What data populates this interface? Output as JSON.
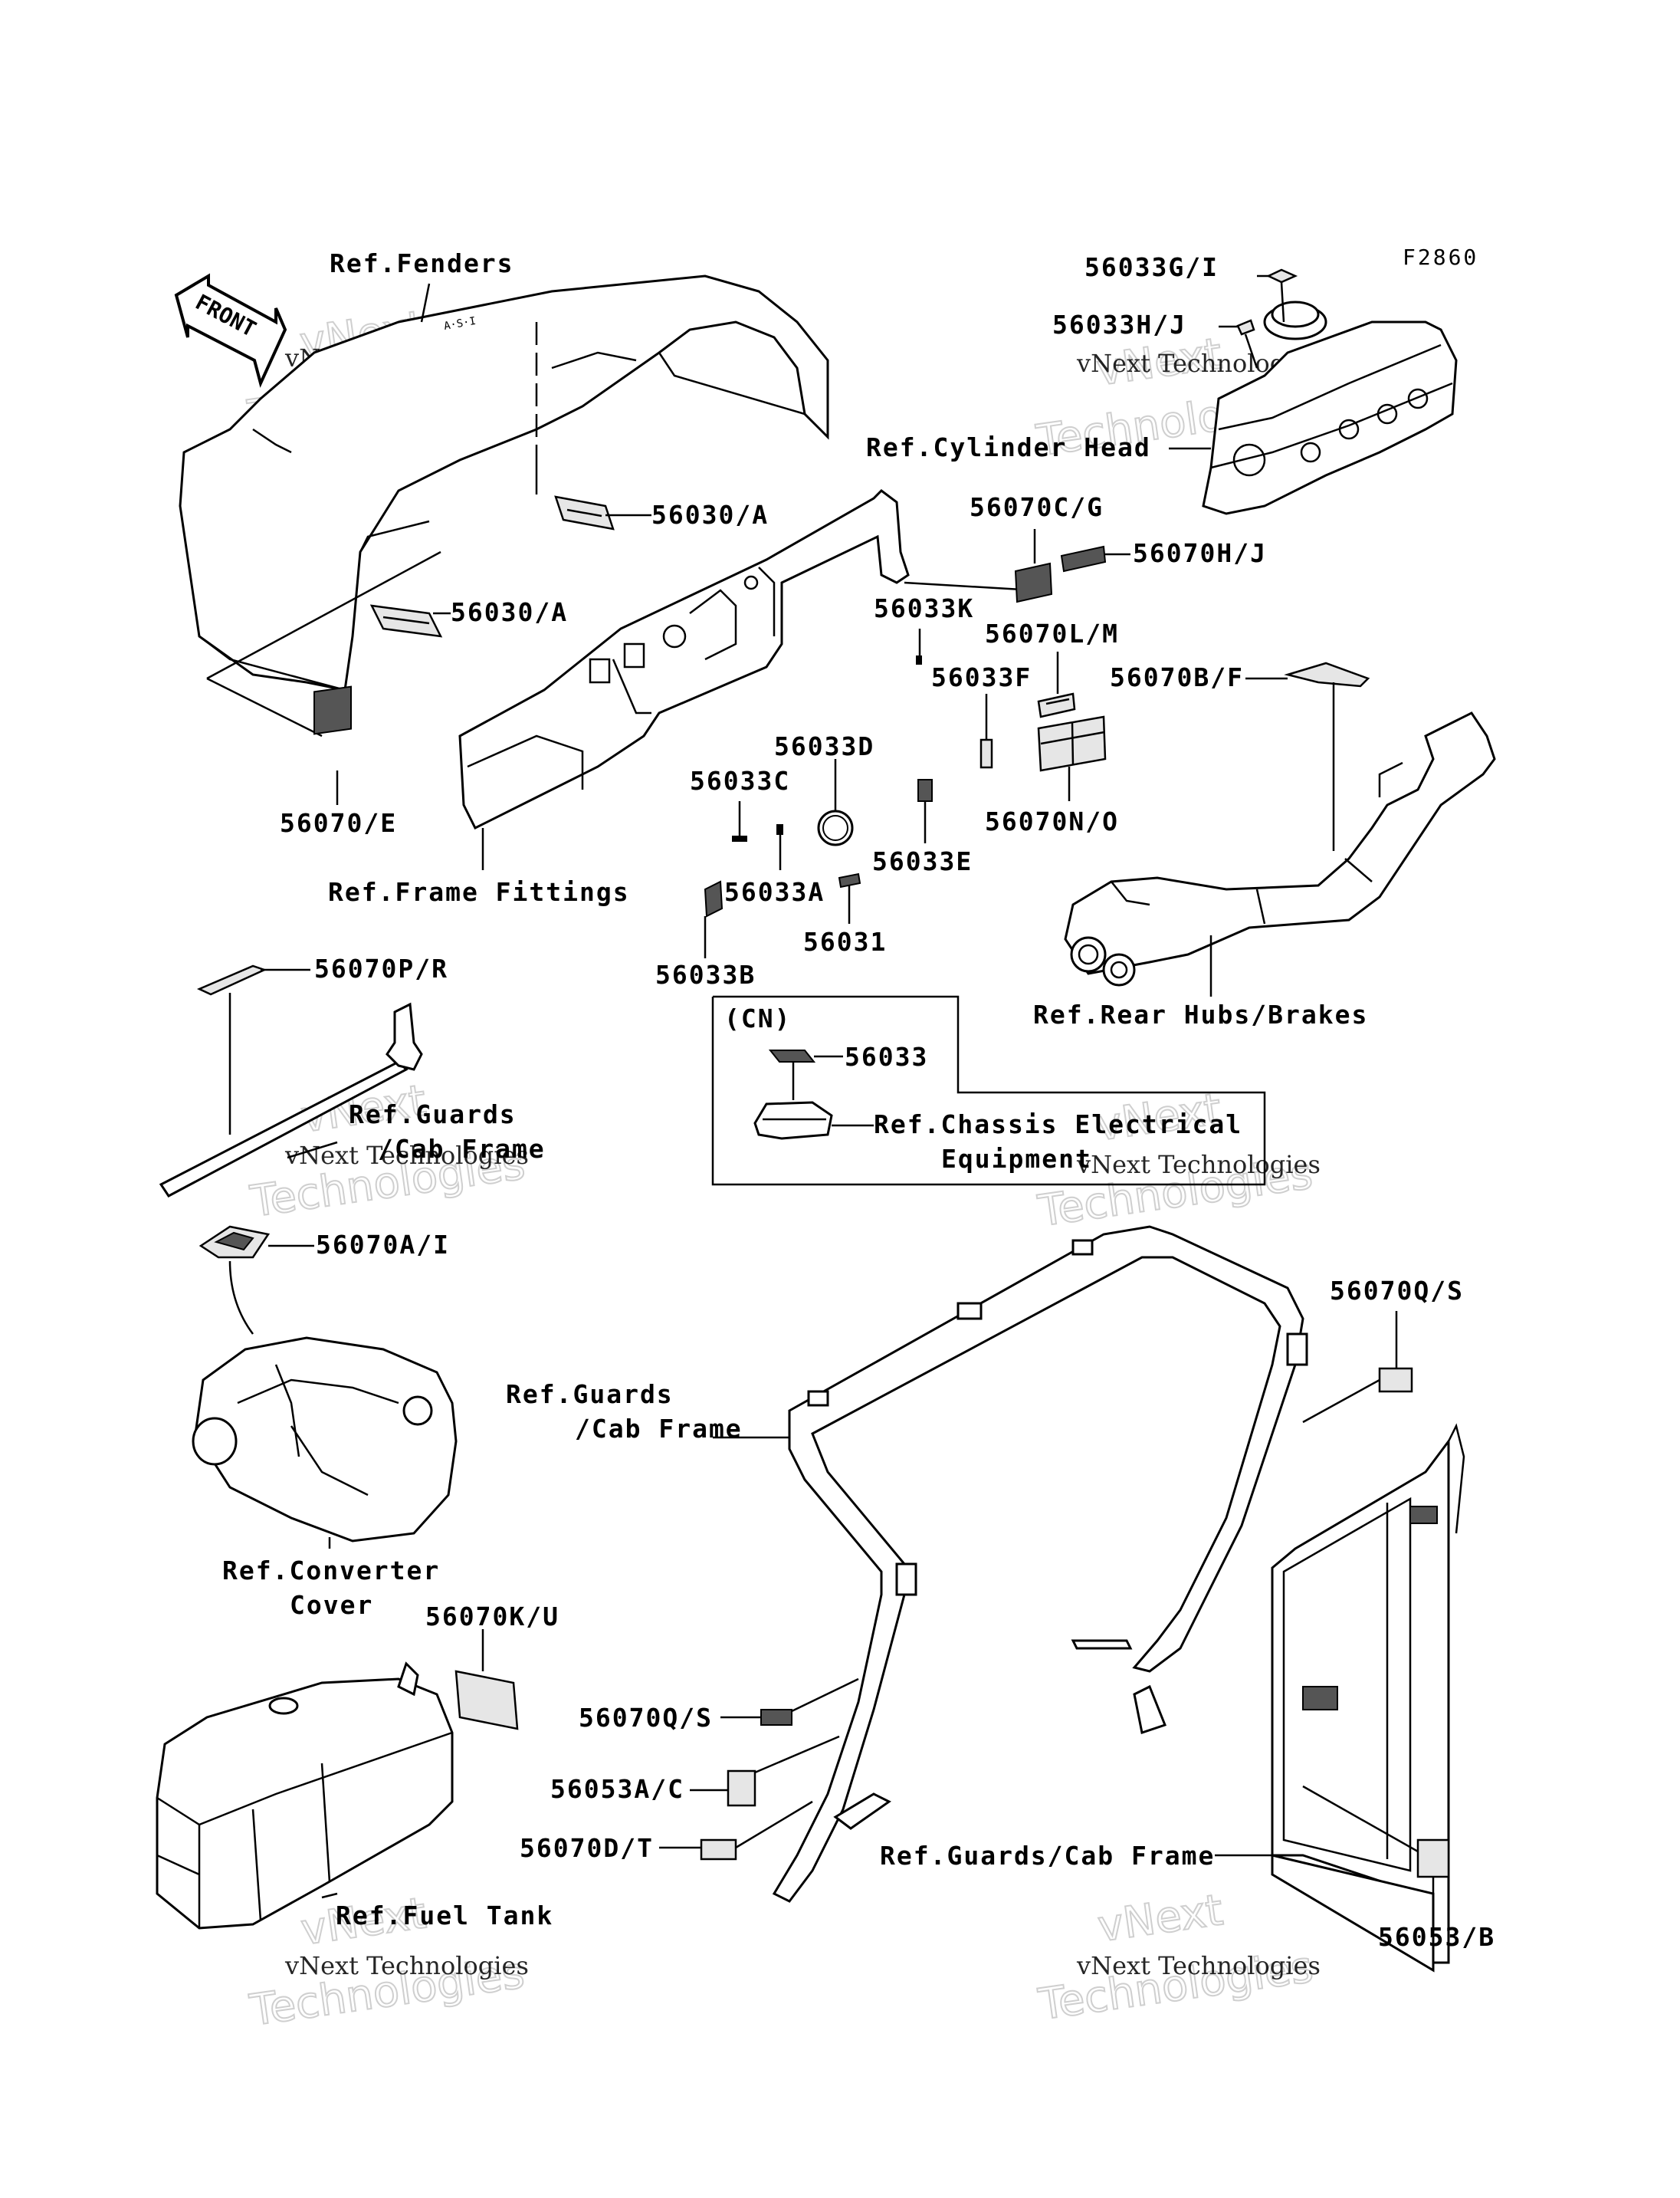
{
  "figure_code": "F2860",
  "front_arrow": "FRONT",
  "labels": {
    "ref_fenders": "Ref.Fenders",
    "ref_cylinder_head": "Ref.Cylinder Head",
    "ref_frame_fittings": "Ref.Frame Fittings",
    "ref_rear_hubs": "Ref.Rear Hubs/Brakes",
    "ref_guards_1a": "Ref.Guards",
    "ref_guards_1b": "/Cab Frame",
    "ref_converter_a": "Ref.Converter",
    "ref_converter_b": "Cover",
    "ref_guards_2a": "Ref.Guards",
    "ref_guards_2b": "/Cab Frame",
    "ref_fuel_tank": "Ref.Fuel Tank",
    "ref_guards_3": "Ref.Guards/Cab Frame",
    "cn": "(CN)",
    "ref_chassis_a": "Ref.Chassis Electrical",
    "ref_chassis_b": "Equipment"
  },
  "parts": {
    "p56033GI": "56033G/I",
    "p56033HJ": "56033H/J",
    "p56030A_1": "56030/A",
    "p56030A_2": "56030/A",
    "p56070CG": "56070C/G",
    "p56070HJ": "56070H/J",
    "p56033K": "56033K",
    "p56070LM": "56070L/M",
    "p56070BF": "56070B/F",
    "p56033F": "56033F",
    "p56033D": "56033D",
    "p56033C": "56033C",
    "p56070E": "56070/E",
    "p56070NO": "56070N/O",
    "p56033E": "56033E",
    "p56033A": "56033A",
    "p56031": "56031",
    "p56033B": "56033B",
    "p56070PR": "56070P/R",
    "p56033": "56033",
    "p56070AI": "56070A/I",
    "p56070QS_1": "56070Q/S",
    "p56070KU": "56070K/U",
    "p56070QS_2": "56070Q/S",
    "p56053AC": "56053A/C",
    "p56070DT": "56070D/T",
    "p56053B": "56053/B"
  },
  "watermark": {
    "line1": "vNext Technologies",
    "line2": "Technologies",
    "line3": "vNext"
  }
}
